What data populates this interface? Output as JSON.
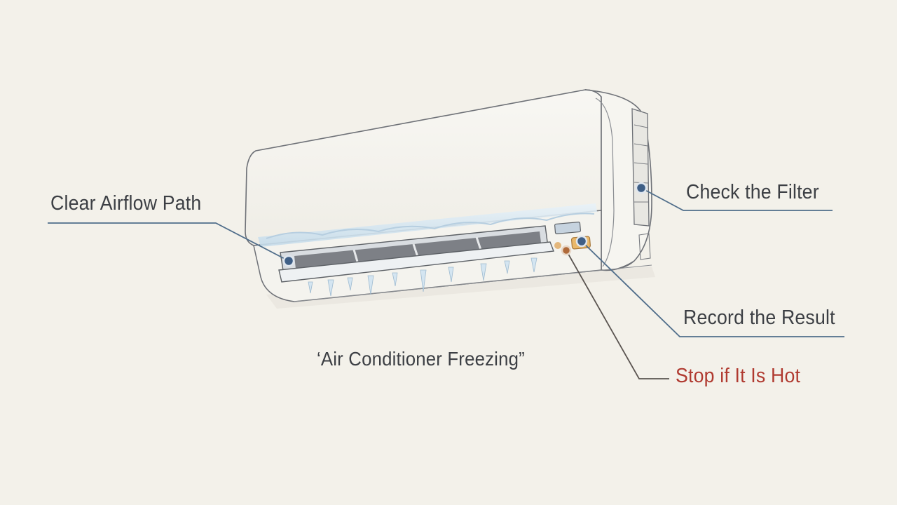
{
  "caption": "‘Air Conditioner Freezing”",
  "callouts": {
    "airflow": "Clear Airflow Path",
    "filter": "Check the Filter",
    "record": "Record the Result",
    "stop": "Stop if It Is Hot"
  },
  "colors": {
    "background": "#f3f1ea",
    "leader_line": "#4f6d8a",
    "marker_blue": "#3f5f86",
    "marker_orange": "#c9803f",
    "warning_text": "#b03a30",
    "label_text": "#3c3f44",
    "frost": "#cfe3f0"
  }
}
